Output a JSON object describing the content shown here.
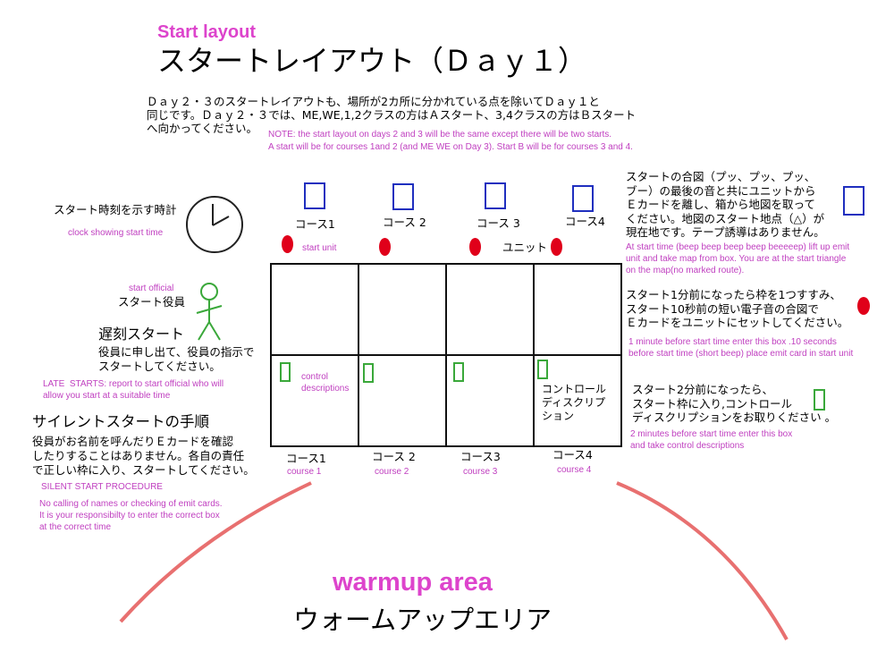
{
  "title_en": "Start layout",
  "title_ja": "スタートレイアウト（Ｄａｙ１）",
  "intro_ja": "Ｄａｙ２・３のスタートレイアウトも、場所が2カ所に分かれている点を除いてＤａｙ１と\n同じです。Ｄａｙ２・３では、ME,WE,1,2クラスの方はＡスタート、3,4クラスの方はＢスタート\nへ向かってください。",
  "intro_en": "NOTE: the start layout on days 2 and 3 will be the same except there will be two starts.\nA start will be for courses 1and 2 (and ME WE on Day 3). Start B will be for courses 3 and 4.",
  "clock_ja": "スタート時刻を示す時計",
  "clock_en": "clock showing start time",
  "official_en": "start official",
  "official_ja": "スタート役員",
  "late_title": "遅刻スタート",
  "late_ja": "役員に申し出て、役員の指示で\nスタートしてください。",
  "late_en": "LATE  STARTS: report to start official who will\nallow you start at a suitable time",
  "silent_title": "サイレントスタートの手順",
  "silent_ja": "役員がお名前を呼んだりＥカードを確認\nしたりすることはありません。各自の責任\nで正しい枠に入り、スタートしてください。",
  "silent_en_title": "SILENT START PROCEDURE",
  "silent_en": "No calling of names or checking of emit cards.\nIt is your responsibilty to enter the correct box\nat the correct time",
  "courses_top": [
    "コース1",
    "コース 2",
    "コース 3",
    "コース4"
  ],
  "start_unit_en": "start unit",
  "unit_ja": "ユニット",
  "control_desc_en": "control\ndescriptions",
  "control_desc_ja": "コントロール\nディスクリプ\nション",
  "courses_bottom_ja": [
    "コース1",
    "コース 2",
    "コース3",
    "コース4"
  ],
  "courses_bottom_en": [
    "course 1",
    "course 2",
    "course 3",
    "course 4"
  ],
  "start_signal_ja": "スタートの合図（プッ、プッ、プッ、\nブー）の最後の音と共にユニットから\nＥカードを離し、箱から地図を取って\nください。地図のスタート地点（△）が\n現在地です。テープ誘導はありません。",
  "start_signal_en": "At start time (beep beep beep beep beeeeep) lift up emit\nunit and take map from box. You are at the start triangle\non the map(no marked route).",
  "one_min_ja": "スタート1分前になったら枠を1つすすみ、\nスタート10秒前の短い電子音の合図で\nＥカードをユニットにセットしてください。",
  "one_min_en": "1 minute before start time enter this box .10 seconds\nbefore start time (short beep) place emit card in start unit",
  "two_min_ja": "スタート2分前になったら、\nスタート枠に入り,コントロール\nディスクリプションをお取りください 。",
  "two_min_en": "2 minutes before start time enter this box\nand take control descriptions",
  "warmup_en": "warmup area",
  "warmup_ja": "ウォームアップエリア",
  "colors": {
    "magenta": "#dd44cc",
    "blue": "#1f2fbf",
    "green": "#3aa83a",
    "red": "#e0001a",
    "arc": "#e87070"
  }
}
